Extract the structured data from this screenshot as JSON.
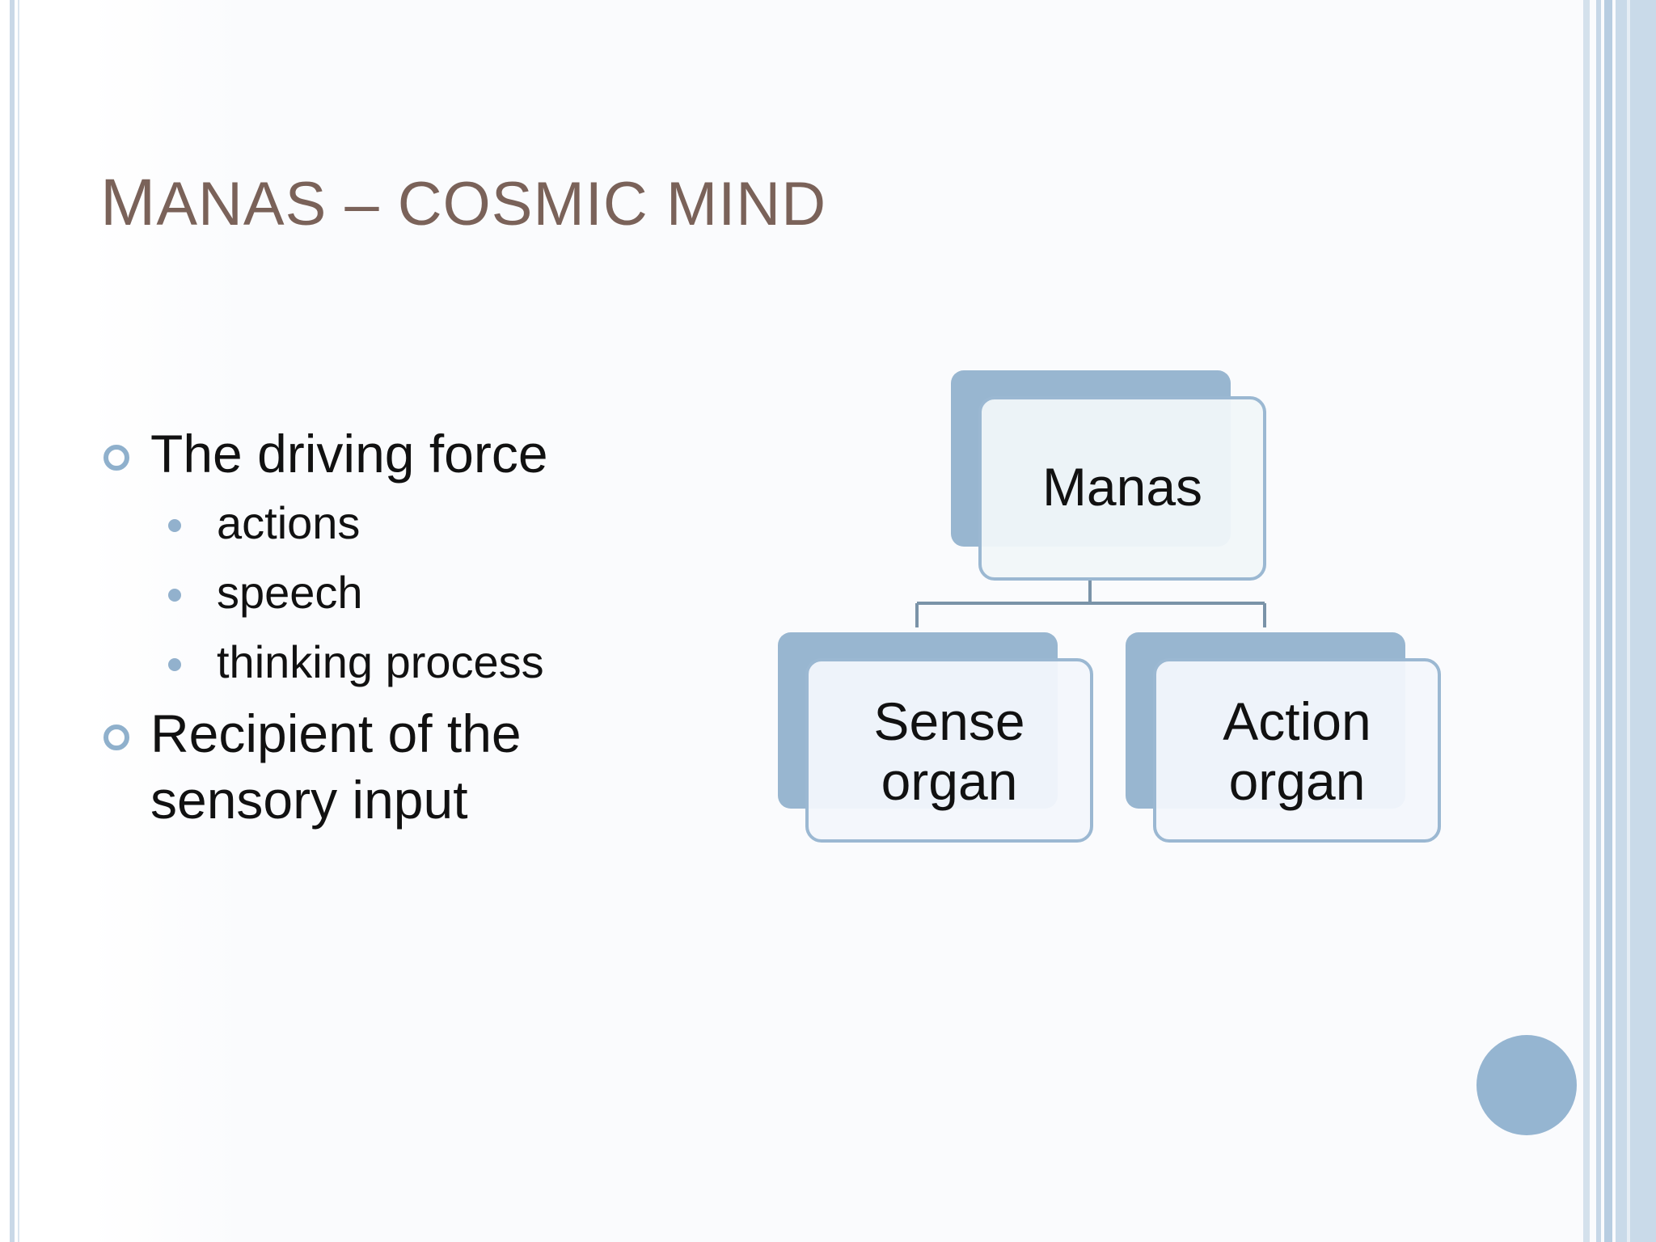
{
  "slide": {
    "title_initial": "M",
    "title_rest": "ANAS – COSMIC MIND"
  },
  "bullets": [
    {
      "text": "The driving force",
      "sub": [
        "actions",
        "speech",
        "thinking process"
      ]
    },
    {
      "text": "Recipient of the sensory input",
      "sub": []
    }
  ],
  "diagram": {
    "root": {
      "label": "Manas"
    },
    "children": [
      {
        "line1": "Sense",
        "line2": "organ"
      },
      {
        "line1": "Action",
        "line2": "organ"
      }
    ]
  },
  "colors": {
    "title": "#7a6259",
    "accent": "#95b5d1",
    "box_outline": "#9bb8d2",
    "connector": "#7a93a8"
  }
}
